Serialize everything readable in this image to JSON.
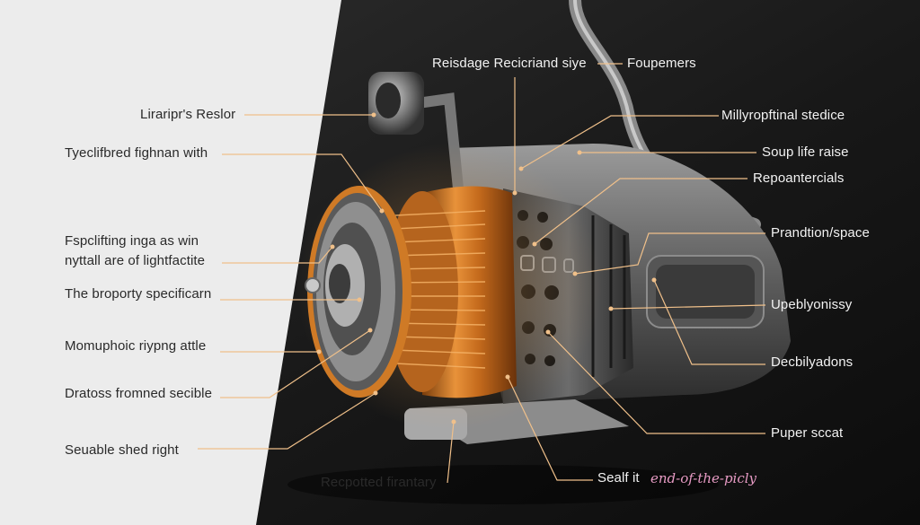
{
  "colors": {
    "left_panel": "#ececec",
    "background_dark": "#1c1c1c",
    "accent_orange": "#e69a3c",
    "leader_line": "#f0c08a",
    "script_pink": "#e79bc4"
  },
  "labels_left": [
    "Lirarірr's Reslor",
    "Tyeclifbred fighnan with",
    "Fspclifting inga as win",
    "nyttall are of lightfactite",
    "The broporty specificarn",
    "Momuphoic riypng attle",
    "Dratoss fromned secible",
    "Seuable shed right"
  ],
  "labels_right": [
    "Foupemers",
    "Millyropftinal stedice",
    "Soup life raise",
    "Repoantercials",
    "Prandtion/space",
    "Upeblyonissy",
    "Decbilyadons",
    "Puper sccat"
  ],
  "label_top": "Reisdage Recicriand siye",
  "label_bottom_center": "Recpotted firantary",
  "label_bottom_right": "Sealf it",
  "label_bottom_right_script": "end-of-the-picly"
}
